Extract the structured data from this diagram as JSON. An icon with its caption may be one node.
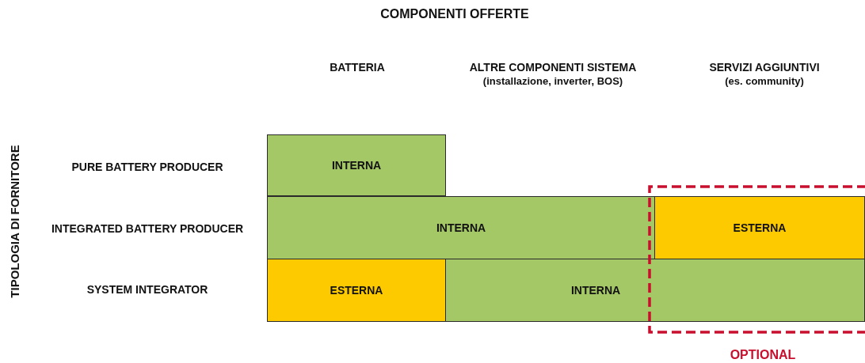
{
  "diagram": {
    "title": "COMPONENTI OFFERTE",
    "nodes": [
      {
        "text": [
          "INTERNA"
        ]
      },
      {
        "text": [
          "INTERNA"
        ]
      },
      {
        "text": [
          "OPTIONAL"
        ]
      },
      {
        "text": [
          "ESTERNA"
        ],
        "in": 2
      },
      {
        "text": [
          "ESTERNA"
        ]
      },
      {
        "text": [
          "INTERNA"
        ]
      }
    ],
    "edges": [],
    "labels": [
      "BATTERIA",
      "ALTRE COMPONENTI SISTEMA",
      "(installazione, inverter, BOS)",
      "SERVIZI AGGIUNTIVI",
      "(es. community)",
      "TIPOLOGIA DI FORNITORE",
      "PURE BATTERY PRODUCER",
      "INTEGRATED BATTERY PRODUCER",
      "SYSTEM INTEGRATOR"
    ]
  }
}
